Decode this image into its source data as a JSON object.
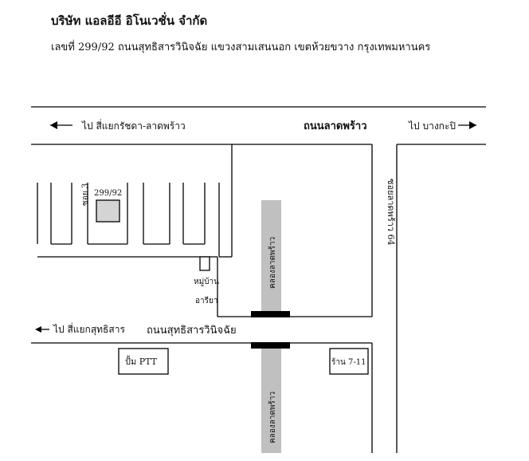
{
  "header": {
    "company": "บริษัท แอลอีอี อิโนเวชั่น  จำกัด",
    "address": "เลขที่ 299/92 ถนนสุทธิสารวินิจฉัย แขวงสามเสนนอก เขตห้วยขวาง กรุงเทพมหานคร"
  },
  "map": {
    "road_lat_phrao": "ถนนลาดพร้าว",
    "to_ratchada": "ไป สี่แยกรัชดา-ลาดพร้าว",
    "to_bangkapi": "ไป บางกะปิ",
    "road_sutthisan": "ถนนสุทธิสารวินิจฉัย",
    "to_sutthisan": "ไป สี่แยกสุทธิสาร",
    "soi_lat_phrao_64": "ซอยลาดพร้าว 64",
    "soi_3": "ซอย 3",
    "building_number": "299/92",
    "village_line1": "หมู่บ้าน",
    "village_line2": "อารียา",
    "canal_upper": "คลองลาดพร้าว",
    "canal_lower": "คลองลาดพร้าว",
    "ptt": "ปั้ม PTT",
    "seven_eleven": "ร้าน 7-11"
  }
}
